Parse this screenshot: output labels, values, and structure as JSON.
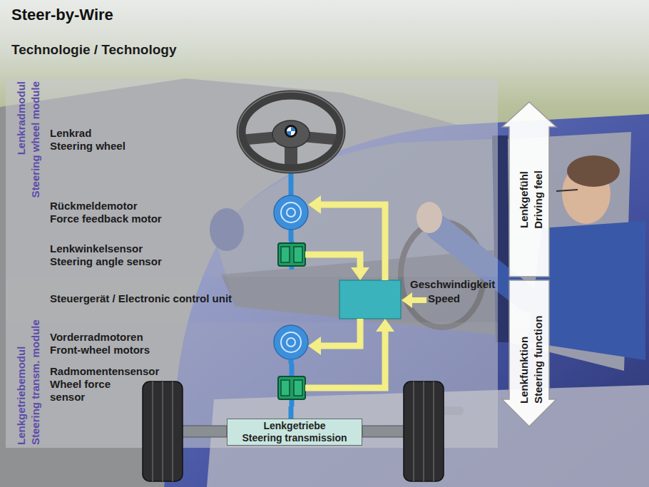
{
  "diagram": {
    "title": "Steer-by-Wire",
    "nodes": [
      {
        "text": [
          "Lenkradmodul",
          "Steering wheel module"
        ]
      },
      {
        "text": [
          "Lenkrad",
          "Steering wheel"
        ],
        "in": 0
      },
      {
        "text": [
          "Rückmeldemotor",
          "Force feedback motor"
        ],
        "in": 0
      },
      {
        "text": [
          "Lenkwinkelsensor",
          "Steering angle sensor"
        ],
        "in": 0
      },
      {
        "text": [
          "Steuergerät / Electronic control unit"
        ]
      },
      {
        "text": [
          "Lenkgetriebemodul",
          "Steering transm. module"
        ]
      },
      {
        "text": [
          "Vorderradmotoren",
          "Front-wheel motors"
        ],
        "in": 5
      },
      {
        "text": [
          "Radmomentensensor",
          "Wheel force sensor"
        ],
        "in": 5
      },
      {
        "text": [
          "Lenkgetriebe",
          "Steering transmission"
        ],
        "in": 5
      }
    ],
    "edges": [
      {
        "from": 1,
        "to": 2,
        "arrow": "none"
      },
      {
        "from": 2,
        "to": 3,
        "arrow": "none"
      },
      {
        "from": 3,
        "to": 4,
        "arrow": "to"
      },
      {
        "from": 4,
        "to": 2,
        "arrow": "to"
      },
      {
        "from": 4,
        "to": 6,
        "arrow": "to"
      },
      {
        "from": 7,
        "to": 4,
        "arrow": "to"
      },
      {
        "from": 6,
        "to": 7,
        "arrow": "none"
      },
      {
        "from": 7,
        "to": 8,
        "arrow": "none"
      }
    ],
    "labels": [
      "Technologie / Technology",
      "Geschwindigkeit",
      "Speed",
      "Lenkgefühl",
      "Driving feel",
      "Lenkfunktion",
      "Steering function"
    ]
  }
}
